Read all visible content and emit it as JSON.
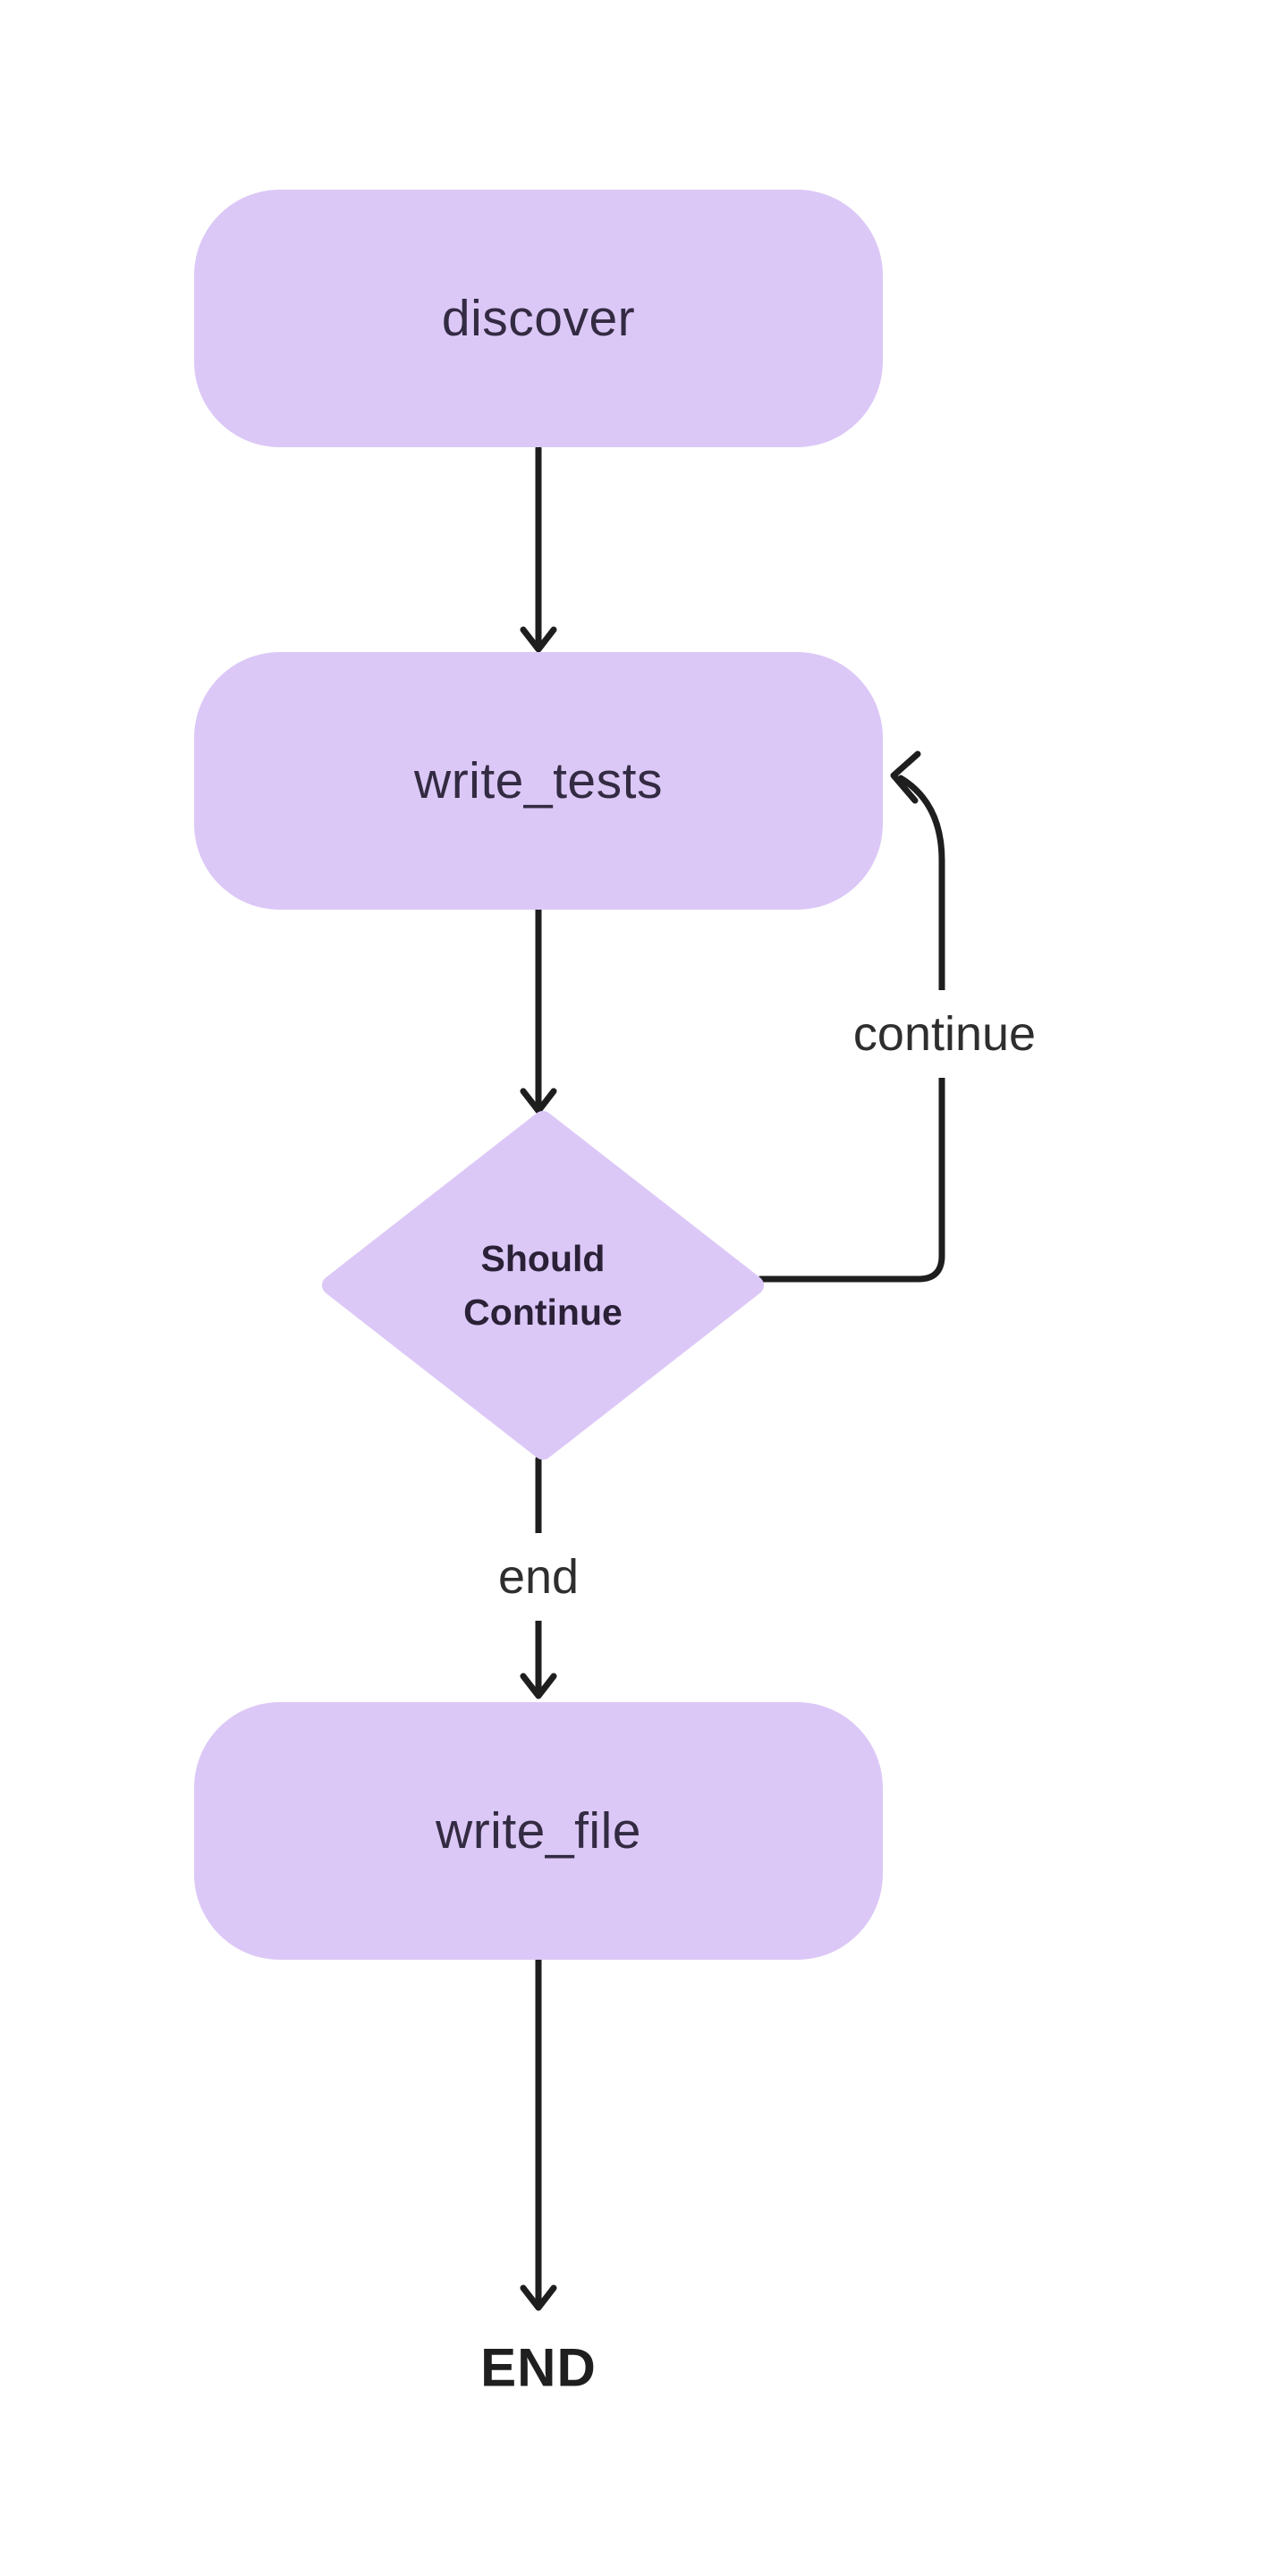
{
  "diagram": {
    "type": "flowchart",
    "direction": "top-down",
    "nodes": {
      "discover": {
        "label": "discover",
        "shape": "rounded-rectangle"
      },
      "write_tests": {
        "label": "write_tests",
        "shape": "rounded-rectangle"
      },
      "decision": {
        "label_line1": "Should",
        "label_line2": "Continue",
        "shape": "diamond"
      },
      "write_file": {
        "label": "write_file",
        "shape": "rounded-rectangle"
      },
      "end_terminal": {
        "label": "END",
        "shape": "text"
      }
    },
    "edges": [
      {
        "from": "discover",
        "to": "write_tests",
        "label": ""
      },
      {
        "from": "write_tests",
        "to": "decision",
        "label": ""
      },
      {
        "from": "decision",
        "to": "write_tests",
        "label": "continue"
      },
      {
        "from": "decision",
        "to": "write_file",
        "label": "end"
      },
      {
        "from": "write_file",
        "to": "end_terminal",
        "label": ""
      }
    ],
    "edge_labels": {
      "loop": "continue",
      "exit": "end"
    }
  },
  "colors": {
    "background": "#ffffff",
    "node_fill": "#dcc8f7",
    "node_text": "#332b42",
    "decision_text": "#2a2137",
    "edge": "#1e1e1e",
    "label_text": "#2e2e2e",
    "terminal_text": "#1f1f1f"
  }
}
